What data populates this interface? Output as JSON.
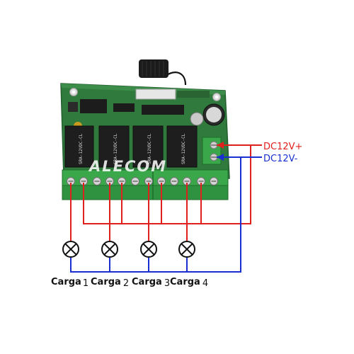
{
  "brand": "ALECOM",
  "relays": [
    {
      "marking": "SRA-12VDC-CL"
    },
    {
      "marking": "SRA-12VDC-CL"
    },
    {
      "marking": "SRA-12VDC-CL"
    },
    {
      "marking": "SRA-12VDC-CL"
    }
  ],
  "power": {
    "positive_label": "DC12V+",
    "negative_label": "DC12V-"
  },
  "loads": [
    {
      "name": "Carga",
      "number": "1"
    },
    {
      "name": "Carga",
      "number": "2"
    },
    {
      "name": "Carga",
      "number": "3"
    },
    {
      "name": "Carga",
      "number": "4"
    }
  ],
  "colors": {
    "positive_wire": "#e0201c",
    "negative_wire": "#1a2fd0",
    "board": "#2f7a3c",
    "terminal": "#3aa84a",
    "relay": "#1e1e1e"
  }
}
